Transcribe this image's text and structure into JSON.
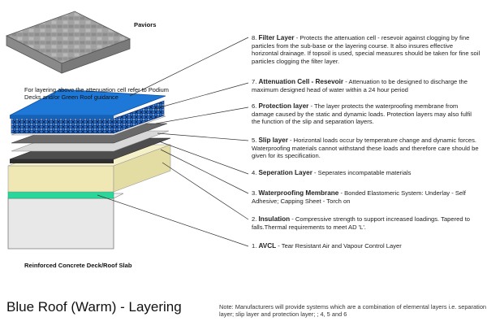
{
  "diagram": {
    "pavers_label": "Paviors",
    "layering_note": "For layering above the attenuation cell refer to Podium Decks and/or Green Roof guidance",
    "deck_label": "Reinforced Concrete Deck/Roof Slab",
    "title": "Blue Roof (Warm) - Layering",
    "footer_note": "Note: Manufacturers will provide systems which are a combination of elemental layers i.e. separation layer; slip layer and protection layer; ; 4, 5 and 6",
    "layers": [
      {
        "num": "8.",
        "name": "Filter Layer",
        "desc": " - Protects the attenuation cell - resevoir against clogging by fine particles from the sub-base or the layering course. It also insures effective horizontal drainage. If topsoil is used, special measures should be taken for fine soil particles clogging the filter layer."
      },
      {
        "num": "7.",
        "name": "Attenuation Cell - Resevoir",
        "desc": " - Attenuation to be designed to discharge the maximum designed head of water within a 24 hour period"
      },
      {
        "num": "6.",
        "name": "Protection layer",
        "desc": " - The layer protects the waterproofing membrane from damage caused by the static and dynamic  loads. Protection layers may also fulfil the function of the slip and separation layers."
      },
      {
        "num": "5.",
        "name": "Slip layer",
        "desc": " - Horizontal loads occur by temperature change and dynamic forces. Waterproofing materials cannot withstand these loads and therefore care should be given for its specification."
      },
      {
        "num": "4.",
        "name": "Seperation Layer",
        "desc": " - Seperates incompatable materials"
      },
      {
        "num": "3.",
        "name": "Waterproofing Membrane",
        "desc": " - Bonded Elastomeric System: Underlay - Self Adhesive; Capping Sheet  - Torch on"
      },
      {
        "num": "2.",
        "name": "Insulation",
        "desc": " - Compressive strength to support increased loadings. Tapered to falls.Thermal requirements  to meet AD 'L'."
      },
      {
        "num": "1.",
        "name": "AVCL",
        "desc": " - Tear Resistant Air and Vapour Control Layer"
      }
    ],
    "colors": {
      "paver": "#9a9a9a",
      "attenuation": "#1e78d8",
      "insulation": "#efe8b4",
      "membrane_green": "#2ad69a",
      "concrete": "#e6e6e6"
    }
  }
}
